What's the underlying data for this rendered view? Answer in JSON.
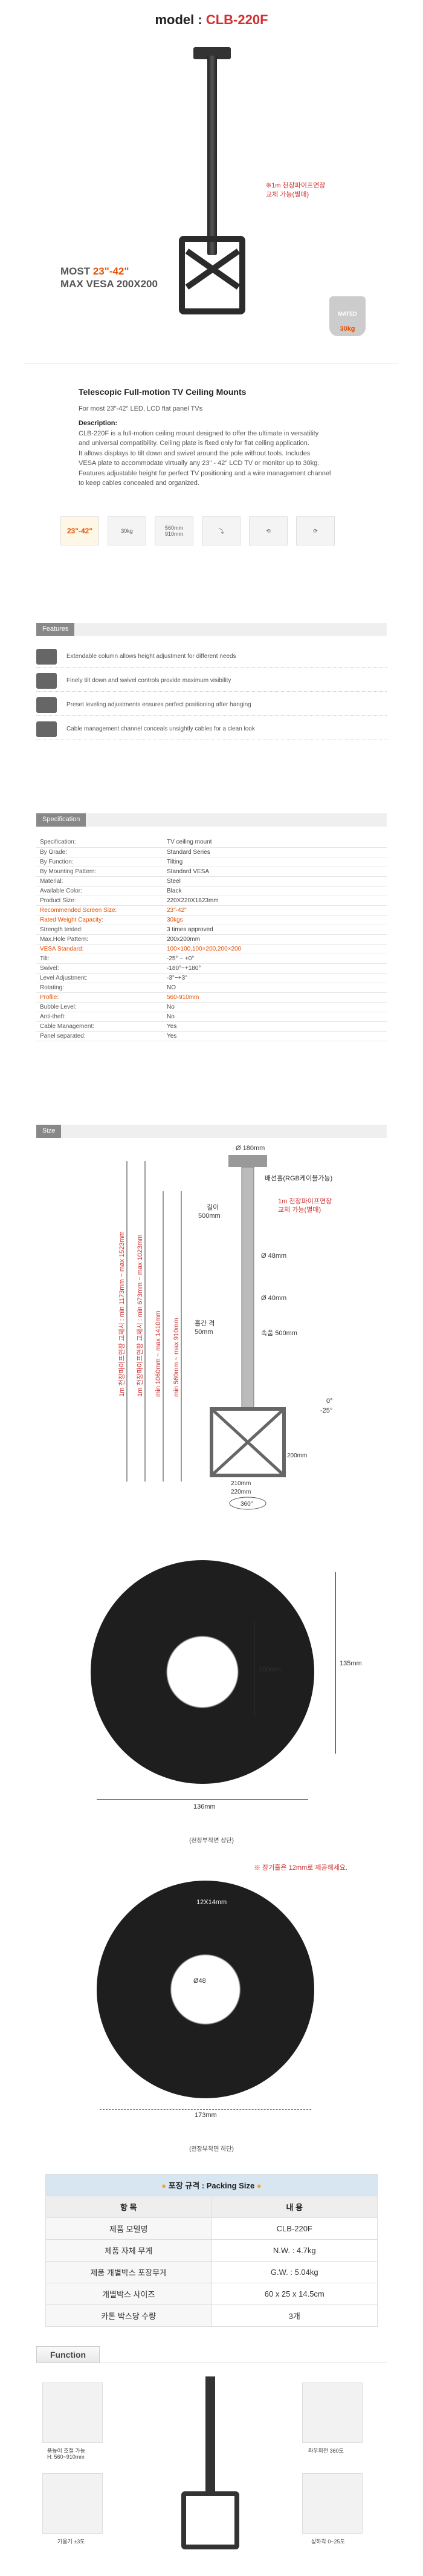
{
  "header": {
    "model_label": "model : ",
    "model_value": "CLB-220F"
  },
  "hero": {
    "note_red_1": "※1m 천장파이프연장",
    "note_red_2": "교체 가능(별매)",
    "size_most": "MOST ",
    "size_range": "23\"-42\"",
    "vesa_line": "MAX VESA 200X200",
    "weight_icon_label": "MATED",
    "weight_value": "30kg"
  },
  "intro": {
    "title": "Telescopic Full-motion TV Ceiling Mounts",
    "for_text": "For most 23\"-42\" LED, LCD flat panel TVs",
    "desc_head": "Description:",
    "desc_lines": [
      "CLB-220F is a full-motion ceiling mount designed to offer the ultimate in versatility",
      "and universal compatibility. Ceiling plate is fixed only for flat ceiling application.",
      "It allows displays to tilt down and swivel around the pole without tools. Includes",
      "VESA plate to accommodate virtually any 23\" - 42\" LCD TV or monitor up to 30kg.",
      "Features adjustable height for perfect TV positioning and a wire management channel",
      "to keep cables concealed and organized."
    ]
  },
  "icons": {
    "size_range": "23\"-42\"",
    "weight": "30kg",
    "height_range": "560mm 910mm"
  },
  "features": {
    "section_label": "Features",
    "items": [
      "Extendable column allows height adjustment for different needs",
      "Finely tilt down and swivel controls provide maximum visibility",
      "Preset leveling adjustments ensures perfect positioning after hanging",
      "Cable management channel conceals unsightly cables for a clean look"
    ]
  },
  "specification": {
    "section_label": "Specification",
    "rows": [
      {
        "k": "Specification:",
        "v": "TV ceiling mount",
        "hl": false
      },
      {
        "k": "By Grade:",
        "v": "Standard Series",
        "hl": false
      },
      {
        "k": "By Function:",
        "v": "Tilting",
        "hl": false
      },
      {
        "k": "By Mounting Pattern:",
        "v": "Standard VESA",
        "hl": false
      },
      {
        "k": "Material:",
        "v": "Steel",
        "hl": false
      },
      {
        "k": "Available Color:",
        "v": "Black",
        "hl": false
      },
      {
        "k": "Product Size:",
        "v": "220X220X1823mm",
        "hl": false
      },
      {
        "k": "Recommended Screen Size:",
        "v": "23\"-42\"",
        "hl": true
      },
      {
        "k": "Rated Weight Capacity:",
        "v": "30kgs",
        "hl": true
      },
      {
        "k": "Strength tested:",
        "v": "3 times approved",
        "hl": false
      },
      {
        "k": "Max.Hole Pattern:",
        "v": "200x200mm",
        "hl": false
      },
      {
        "k": "VESA Standard:",
        "v": "100×100,100×200,200×200",
        "hl": true
      },
      {
        "k": "Tilt:",
        "v": "-25° ~ +0°",
        "hl": false
      },
      {
        "k": "Swivel:",
        "v": "-180°~+180°",
        "hl": false
      },
      {
        "k": "Level Adjustment:",
        "v": "-3°~+3°",
        "hl": false
      },
      {
        "k": "Rotating:",
        "v": "NO",
        "hl": false
      },
      {
        "k": "Profile:",
        "v": "560-910mm",
        "hl": true
      },
      {
        "k": "Bubble Level:",
        "v": "No",
        "hl": false
      },
      {
        "k": "Anti-theft:",
        "v": "No",
        "hl": false
      },
      {
        "k": "Cable Management:",
        "v": "Yes",
        "hl": false
      },
      {
        "k": "Panel separated:",
        "v": "Yes",
        "hl": false
      }
    ]
  },
  "size": {
    "section_label": "Size",
    "d180": "Ø 180mm",
    "power_note": "배선홀(RGB케이블가능)",
    "pipe_note_1": "1m 천장파이프연장",
    "pipe_note_2": "교체 가능(별매)",
    "length_label": "길이",
    "length_val": "500mm",
    "d48": "Ø 48mm",
    "d40": "Ø 40mm",
    "gap_label": "홀간 격",
    "gap_val": "50mm",
    "stroke": "속품 500mm",
    "angle_0": "0°",
    "angle_25": "-25°",
    "w200": "200mm",
    "w210": "210mm",
    "w220": "220mm",
    "swivel": "360°",
    "v1": "1m 천장파이프연장 교체시 : min 1173mm ~ max 1523mm",
    "v2": "1m 천장파이프연장 교체시 : min 673mm ~ max 1023mm",
    "v3": "min 1060mm ~ max 1410mm",
    "v4": "min 560mm ~ max 910mm"
  },
  "plate_top": {
    "w135": "135mm",
    "w100": "100mm",
    "w136": "136mm",
    "caption": "(천장부착면 상단)"
  },
  "plate_bottom": {
    "note_red": "※ 장거홀은 12mm로 제공해세요.",
    "d48": "Ø48",
    "top_label": "12X14mm",
    "w173": "173mm",
    "caption": "(천장부착면 하단)"
  },
  "packing": {
    "caption": "포장 규격 : Packing Size",
    "head_k": "항 목",
    "head_v": "내 용",
    "rows": [
      {
        "k": "제품 모델명",
        "v": "CLB-220F"
      },
      {
        "k": "제품 자체 무게",
        "v": "N.W. : 4.7kg"
      },
      {
        "k": "제품 개별박스 포장무게",
        "v": "G.W. : 5.04kg"
      },
      {
        "k": "개별박스 사이즈",
        "v": "60 x 25 x 14.5cm"
      },
      {
        "k": "카톤 박스당 수량",
        "v": "3개"
      }
    ]
  },
  "function": {
    "section_label": "Function",
    "cap_height_1": "품높이 조절 가능",
    "cap_height_2": "H: 560~910mm",
    "cap_tilt": "기울기 ±3도",
    "cap_swivel": "좌우회전 360도",
    "cap_updown": "상하각 0~25도"
  }
}
